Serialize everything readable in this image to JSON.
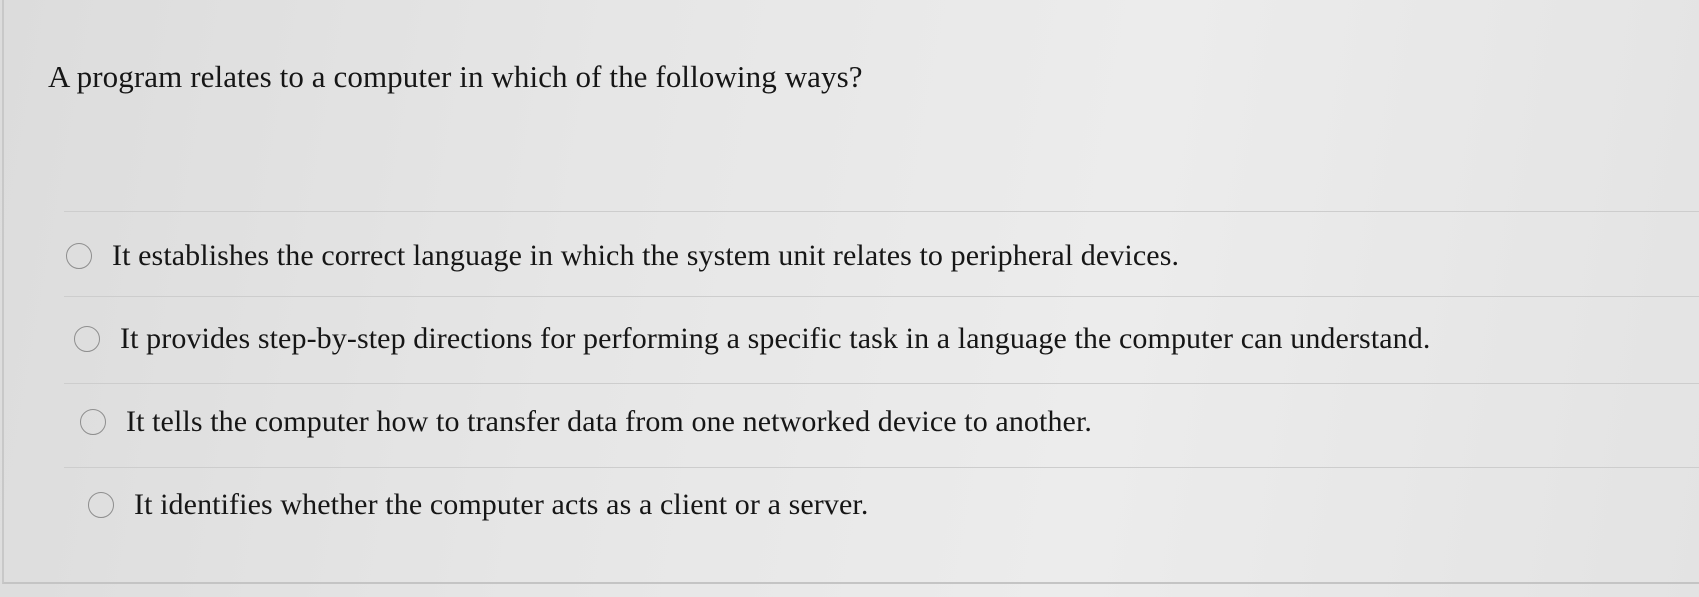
{
  "question": {
    "text": "A program relates to a computer in which of the following ways?"
  },
  "options": [
    {
      "label": "It establishes the correct language in which the system unit relates to peripheral devices.",
      "selected": false
    },
    {
      "label": "It provides step-by-step directions for performing a specific task in a language the computer can understand.",
      "selected": false
    },
    {
      "label": "It tells the computer how to transfer data from one networked device to another.",
      "selected": false
    },
    {
      "label": "It identifies whether the computer acts as a client or a server.",
      "selected": false
    }
  ],
  "colors": {
    "background": "#e6e6e6",
    "text": "#161616",
    "divider": "#cdcdcd",
    "radio_border": "#8e8e8e"
  }
}
